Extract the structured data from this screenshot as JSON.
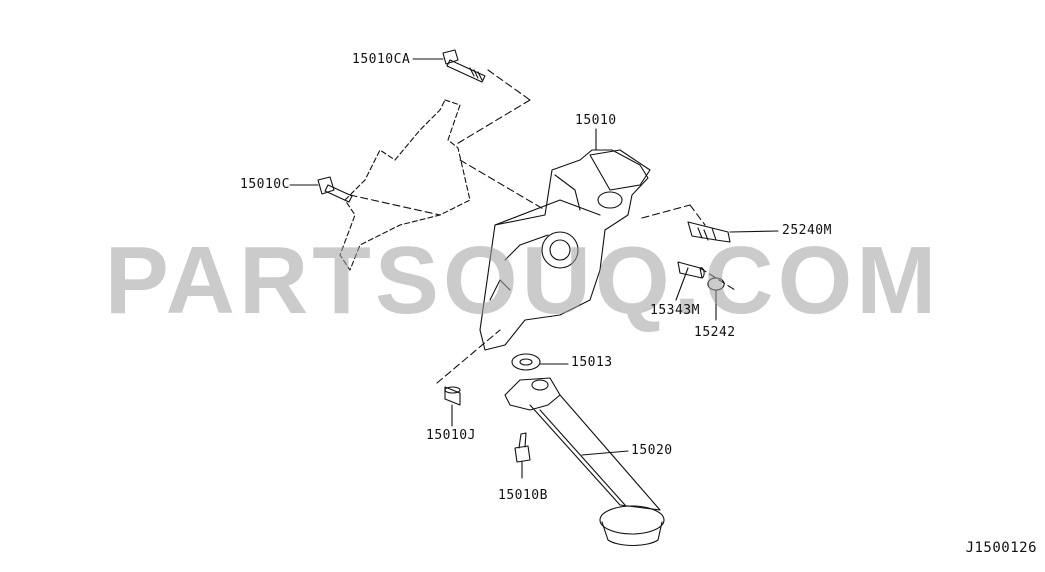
{
  "watermark": "PARTSOUQ.COM",
  "diagram_ref": "J1500126",
  "callouts": [
    {
      "id": "15010CA",
      "label": "15010CA"
    },
    {
      "id": "15010",
      "label": "15010"
    },
    {
      "id": "15010C",
      "label": "15010C"
    },
    {
      "id": "25240M",
      "label": "25240M"
    },
    {
      "id": "15343M",
      "label": "15343M"
    },
    {
      "id": "15242",
      "label": "15242"
    },
    {
      "id": "15013",
      "label": "15013"
    },
    {
      "id": "15010J",
      "label": "15010J"
    },
    {
      "id": "15020",
      "label": "15020"
    },
    {
      "id": "15010B",
      "label": "15010B"
    }
  ]
}
